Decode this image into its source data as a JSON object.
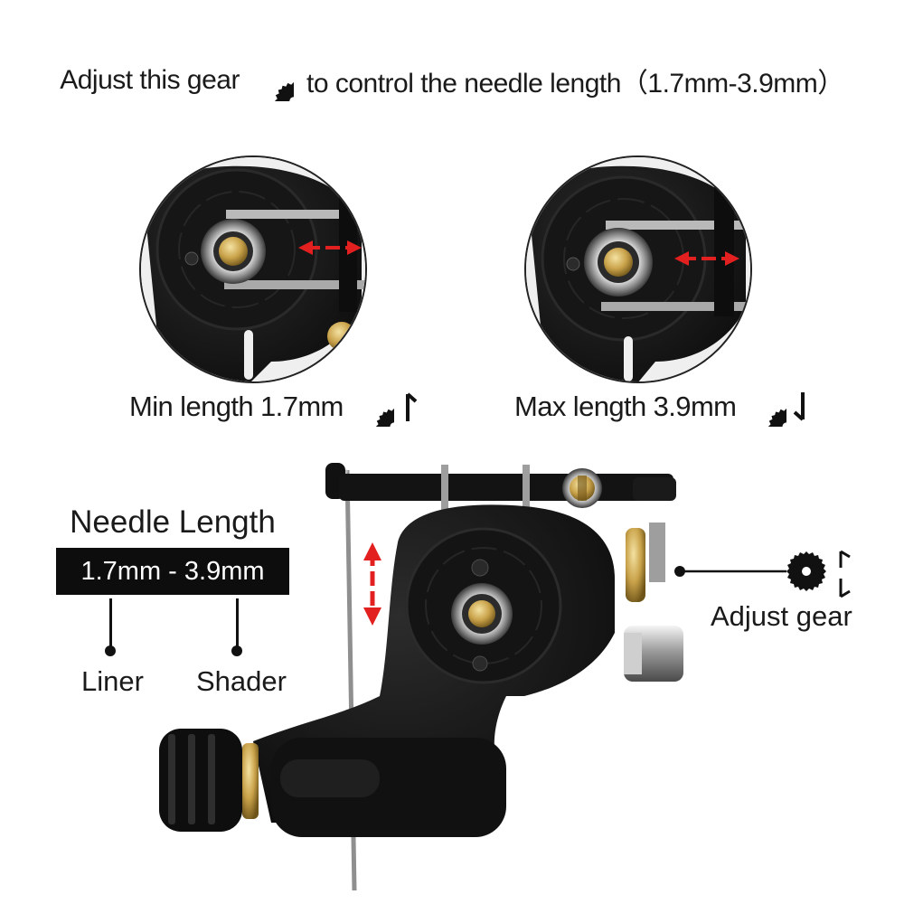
{
  "header": {
    "text_before": "Adjust this gear",
    "gear_icon": "gear-icon",
    "text_after": "to control the needle length（1.7mm-3.9mm）"
  },
  "min_panel": {
    "caption": "Min length 1.7mm",
    "gear_icon": "gear-icon",
    "direction_icon": "arrow-up-icon"
  },
  "max_panel": {
    "caption": "Max length 3.9mm",
    "gear_icon": "gear-icon",
    "direction_icon": "arrow-down-icon"
  },
  "needle_length": {
    "title": "Needle Length",
    "range": "1.7mm - 3.9mm",
    "liner_label": "Liner",
    "shader_label": "Shader"
  },
  "adjust_gear": {
    "label": "Adjust  gear",
    "gear_icon": "gear-icon",
    "direction_icon": "up-down-arrow-icon"
  },
  "colors": {
    "accent_arrow": "#e32020",
    "machine_body": "#151515",
    "brass": "#c9a24a",
    "text": "#1a1a1a",
    "background": "#ffffff"
  }
}
